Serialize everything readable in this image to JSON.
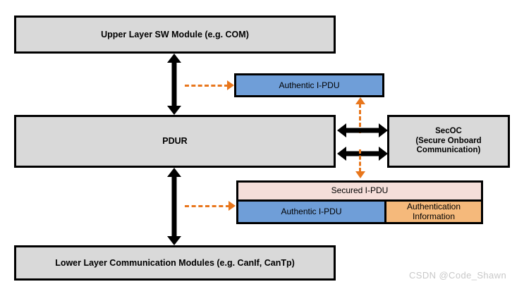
{
  "diagram": {
    "title_watermark": "CSDN @Code_Shawn",
    "colors": {
      "box_fill_gray": "#d9d9d9",
      "box_fill_blue": "#6f9ed8",
      "box_fill_pink": "#f5ded9",
      "box_fill_orange": "#f5b97b",
      "outline": "#000000",
      "dashed_connector": "#e8761c",
      "watermark_text": "#c8c8c8",
      "background": "#ffffff"
    },
    "nodes": {
      "upper_layer": "Upper Layer SW Module (e.g. COM)",
      "pdur": "PDUR",
      "secoc": "SecOC\n(Secure Onboard\nCommunication)",
      "lower_layer": "Lower Layer Communication Modules (e.g. CanIf, CanTp)",
      "authentic_ipdu_top": "Authentic I-PDU",
      "secured_ipdu": "Secured I-PDU",
      "authentic_ipdu_bottom": "Authentic I-PDU",
      "authentication_information": "Authentication\nInformation"
    },
    "connectors": {
      "upper_to_pdur": "bidirectional-vertical-arrow",
      "pdur_to_lower": "bidirectional-vertical-arrow",
      "pdur_to_secoc_top": "bidirectional-horizontal-arrow",
      "pdur_to_secoc_bottom": "bidirectional-horizontal-arrow",
      "dashed_upper_to_authentic": "dashed-arrow-right",
      "dashed_authentic_to_secoc": "dashed-arrow-up",
      "dashed_secoc_to_secured": "dashed-arrow-down",
      "dashed_lower_to_secured": "dashed-arrow-right"
    }
  }
}
